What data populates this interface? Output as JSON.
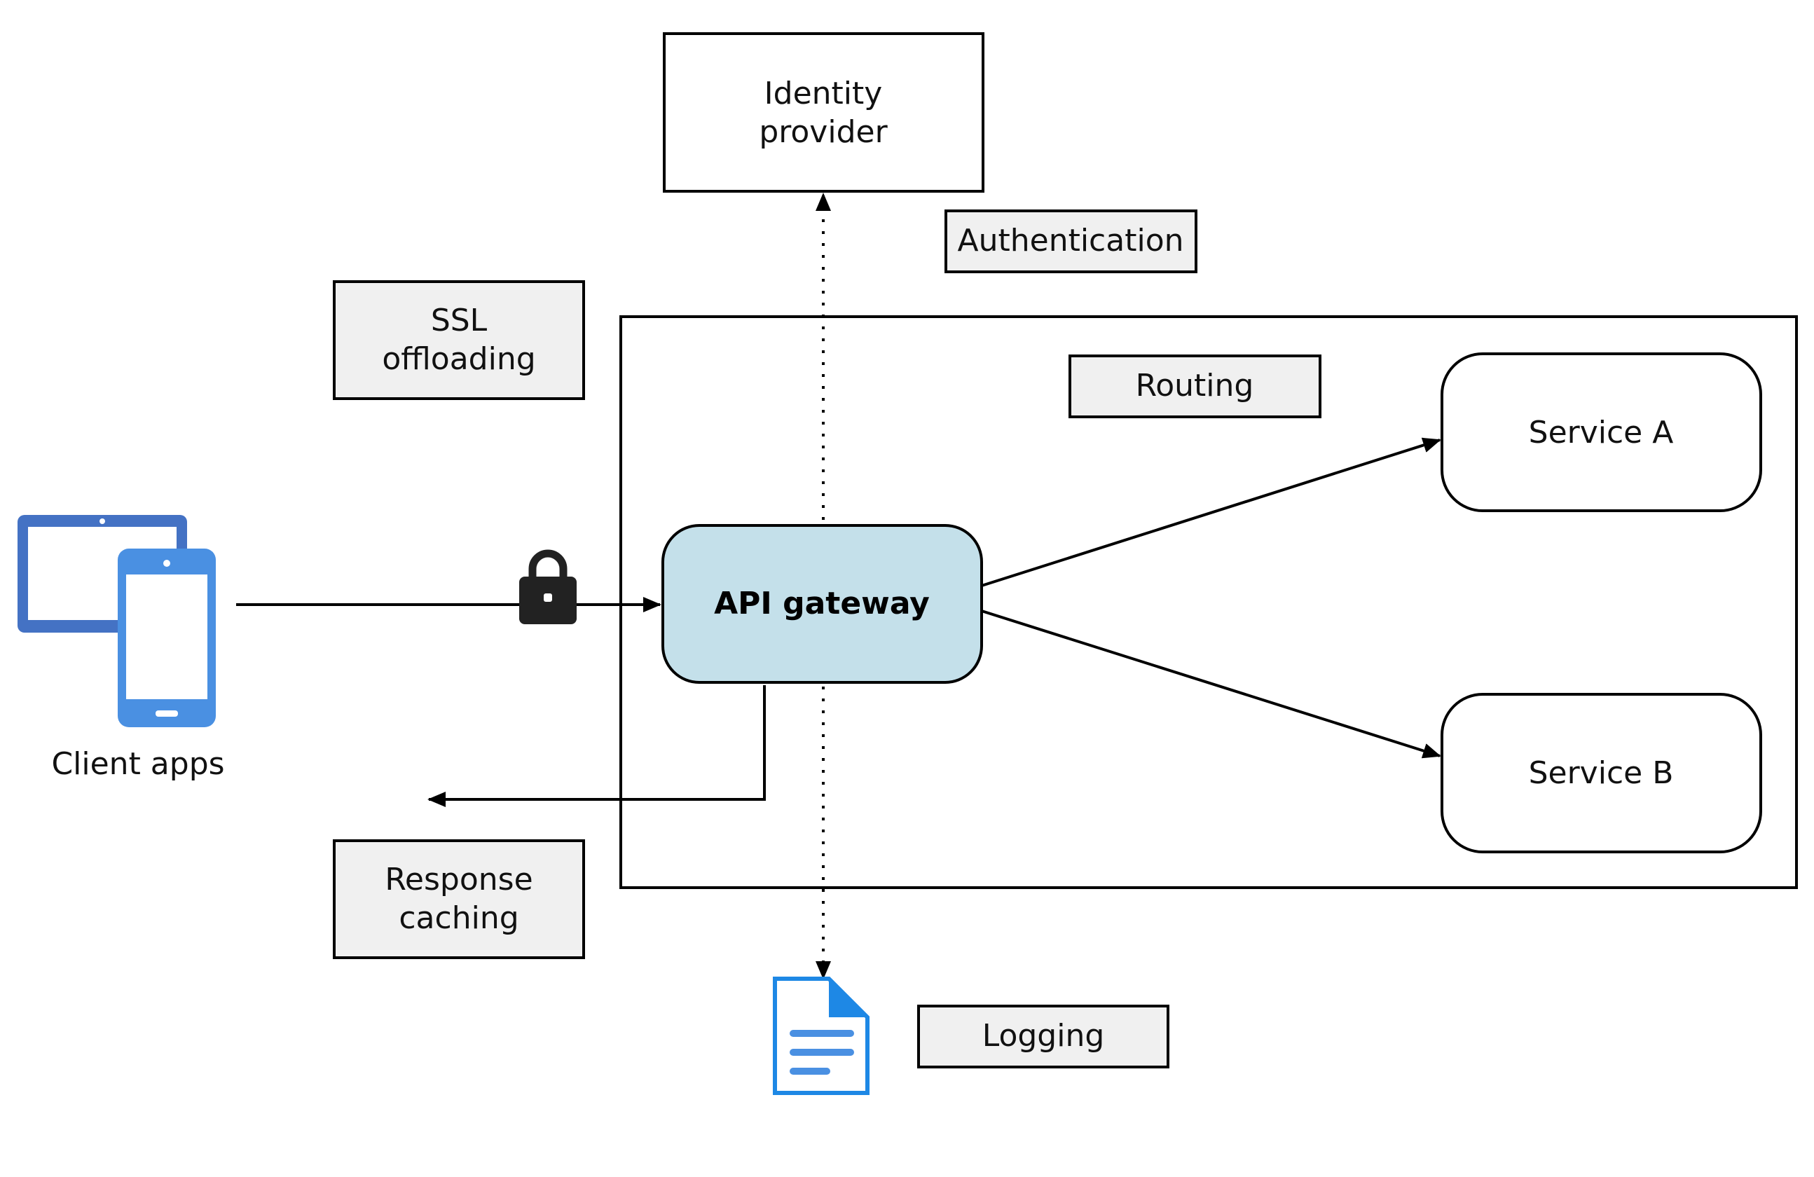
{
  "diagram": {
    "colors": {
      "stroke": "#000000",
      "label_box_fill": "#f0f0f0",
      "gateway_fill": "#c4e0ea",
      "tablet_blue": "#4472c4",
      "phone_blue": "#4a90e2",
      "doc_blue": "#1e88e5"
    },
    "nodes": {
      "identity_provider": {
        "line1": "Identity",
        "line2": "provider"
      },
      "api_gateway": {
        "label": "API gateway"
      },
      "service_a": {
        "label": "Service A"
      },
      "service_b": {
        "label": "Service B"
      },
      "client_apps": {
        "label": "Client apps",
        "icon": "tablet-and-phone-icon"
      }
    },
    "labels": {
      "authentication": "Authentication",
      "ssl_line1": "SSL",
      "ssl_line2": "offloading",
      "routing": "Routing",
      "response_line1": "Response",
      "response_line2": "caching",
      "logging": "Logging"
    },
    "icons": {
      "lock": "lock-icon",
      "log_file": "log-document-icon"
    }
  }
}
